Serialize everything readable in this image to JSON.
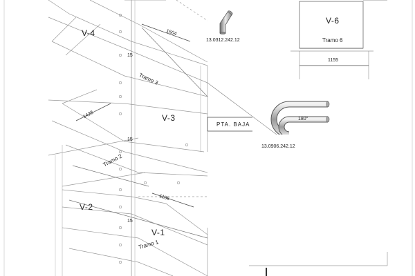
{
  "views": {
    "v6": {
      "label": "V-6",
      "tramo": "Tramo 6",
      "dimension": "1155"
    },
    "v4": {
      "label": "V-4"
    },
    "v3": {
      "label": "V-3"
    },
    "v2": {
      "label": "V-2"
    },
    "v1": {
      "label": "V-1"
    }
  },
  "tramos": {
    "t3": "Tramo 3",
    "t2": "Tramo 2",
    "t1": "Tramo 1"
  },
  "dimensions": {
    "d1504": "1504",
    "d1428": "1428",
    "d1106": "1106",
    "h15_a": "15",
    "h15_b": "15",
    "h15_c": "15"
  },
  "floor_label": "PTA. BAJA",
  "parts": {
    "elbow": {
      "code": "13.0312.242.12",
      "icon": "angled-tube-elbow-icon"
    },
    "u_bend": {
      "code": "13.0906.242.12",
      "angle": "180°",
      "icon": "u-bend-tube-icon"
    }
  }
}
